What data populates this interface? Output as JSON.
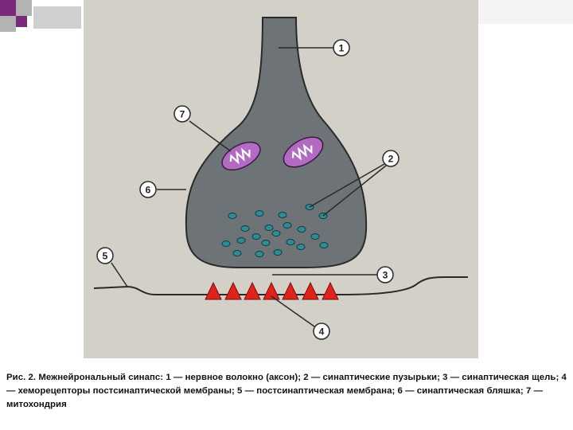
{
  "colors": {
    "panel_bg": "#d3d0c8",
    "neuron_fill": "#6e7378",
    "neuron_stroke": "#2a2a2a",
    "mitochondria_fill": "#b36ac2",
    "vesicle_fill": "#2f8c95",
    "receptor_fill": "#e0221c",
    "deco_grey": "#b3b3b3",
    "deco_purple": "#7a2a7d"
  },
  "callouts": [
    {
      "id": "1",
      "number": "1"
    },
    {
      "id": "2",
      "number": "2"
    },
    {
      "id": "3",
      "number": "3"
    },
    {
      "id": "4",
      "number": "4"
    },
    {
      "id": "5",
      "number": "5"
    },
    {
      "id": "6",
      "number": "6"
    },
    {
      "id": "7",
      "number": "7"
    }
  ],
  "caption": "Рис. 2. Межнейрональный синапс: 1 — нервное волокно (аксон); 2 — синаптические пузырьки; 3 — синаптическая щель; 4 — хеморецепторы постсинаптической мембраны; 5 — постсинаптическая мембрана; 6 — синаптическая бляшка; 7 — митохондрия"
}
